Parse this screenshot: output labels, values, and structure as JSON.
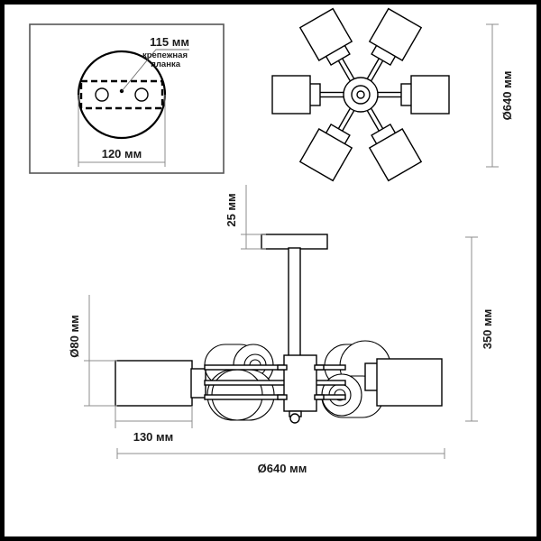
{
  "drawing": {
    "title": "Ceiling light fixture technical dimension drawing",
    "units": "мм",
    "line_color": "#000000",
    "dim_color": "#8c8c8c",
    "text_color": "#1a1a1a",
    "background": "#ffffff",
    "border_color": "#000000"
  },
  "mounting_detail": {
    "name": "mounting-plate-detail",
    "plate_label": "крепежная\nпланка",
    "plate_label_line1": "крепежная",
    "plate_label_line2": "планка",
    "plate_width_label": "115 мм",
    "canopy_diameter_label": "120 мм",
    "hole_count": 2
  },
  "top_view": {
    "name": "top-view",
    "diameter_label": "Ø640 мм",
    "arm_count": 6
  },
  "side_view": {
    "name": "side-view",
    "canopy_height_label": "25 мм",
    "shade_diameter_label": "Ø80 мм",
    "shade_length_label": "130 мм",
    "total_height_label": "350 мм",
    "overall_diameter_label": "Ø640 мм",
    "arm_count": 6
  }
}
